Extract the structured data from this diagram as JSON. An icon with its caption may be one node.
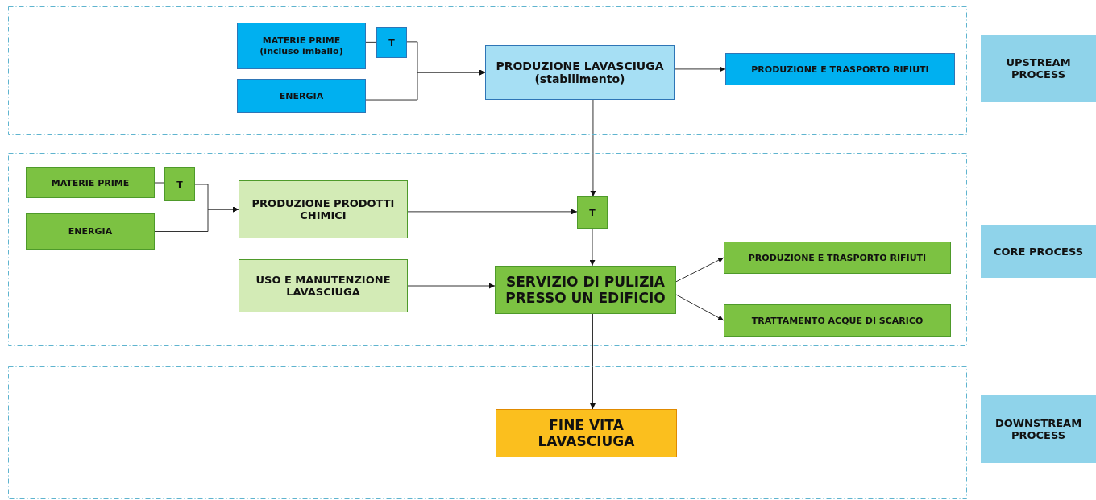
{
  "diagram": {
    "nodes": [
      {
        "text": [
          "UPSTREAM PROCESS"
        ]
      },
      {
        "text": [
          "MATERIE PRIME (incluso imballo)"
        ],
        "in": 0
      },
      {
        "text": [
          "T"
        ],
        "in": 0
      },
      {
        "text": [
          "ENERGIA"
        ],
        "in": 0
      },
      {
        "text": [
          "PRODUZIONE LAVASCIUGA (stabilimento)"
        ],
        "in": 0
      },
      {
        "text": [
          "PRODUZIONE E TRASPORTO RIFIUTI"
        ],
        "in": 0
      },
      {
        "text": [
          "CORE PROCESS"
        ]
      },
      {
        "text": [
          "MATERIE PRIME"
        ],
        "in": 6
      },
      {
        "text": [
          "T"
        ],
        "in": 6
      },
      {
        "text": [
          "ENERGIA"
        ],
        "in": 6
      },
      {
        "text": [
          "PRODUZIONE PRODOTTI CHIMICI"
        ],
        "in": 6
      },
      {
        "text": [
          "T"
        ],
        "in": 6
      },
      {
        "text": [
          "USO E MANUTENZIONE LAVASCIUGA"
        ],
        "in": 6
      },
      {
        "text": [
          "SERVIZIO DI PULIZIA PRESSO UN EDIFICIO"
        ],
        "in": 6
      },
      {
        "text": [
          "PRODUZIONE E TRASPORTO RIFIUTI"
        ],
        "in": 6
      },
      {
        "text": [
          "TRATTAMENTO ACQUE DI SCARICO"
        ],
        "in": 6
      },
      {
        "text": [
          "DOWNSTREAM PROCESS"
        ]
      },
      {
        "text": [
          "FINE VITA LAVASCIUGA"
        ],
        "in": 16
      }
    ],
    "edges": [
      {
        "from": 1,
        "to": 2,
        "arrow": "none"
      },
      {
        "from": 2,
        "to": 4,
        "arrow": "to"
      },
      {
        "from": 3,
        "to": 4,
        "arrow": "to"
      },
      {
        "from": 4,
        "to": 5,
        "arrow": "to"
      },
      {
        "from": 4,
        "to": 11,
        "arrow": "to"
      },
      {
        "from": 7,
        "to": 8,
        "arrow": "none"
      },
      {
        "from": 8,
        "to": 10,
        "arrow": "to"
      },
      {
        "from": 9,
        "to": 10,
        "arrow": "to"
      },
      {
        "from": 10,
        "to": 11,
        "arrow": "to"
      },
      {
        "from": 11,
        "to": 13,
        "arrow": "to"
      },
      {
        "from": 12,
        "to": 13,
        "arrow": "to"
      },
      {
        "from": 13,
        "to": 14,
        "arrow": "to"
      },
      {
        "from": 13,
        "to": 15,
        "arrow": "to"
      },
      {
        "from": 13,
        "to": 17,
        "arrow": "to"
      }
    ]
  }
}
